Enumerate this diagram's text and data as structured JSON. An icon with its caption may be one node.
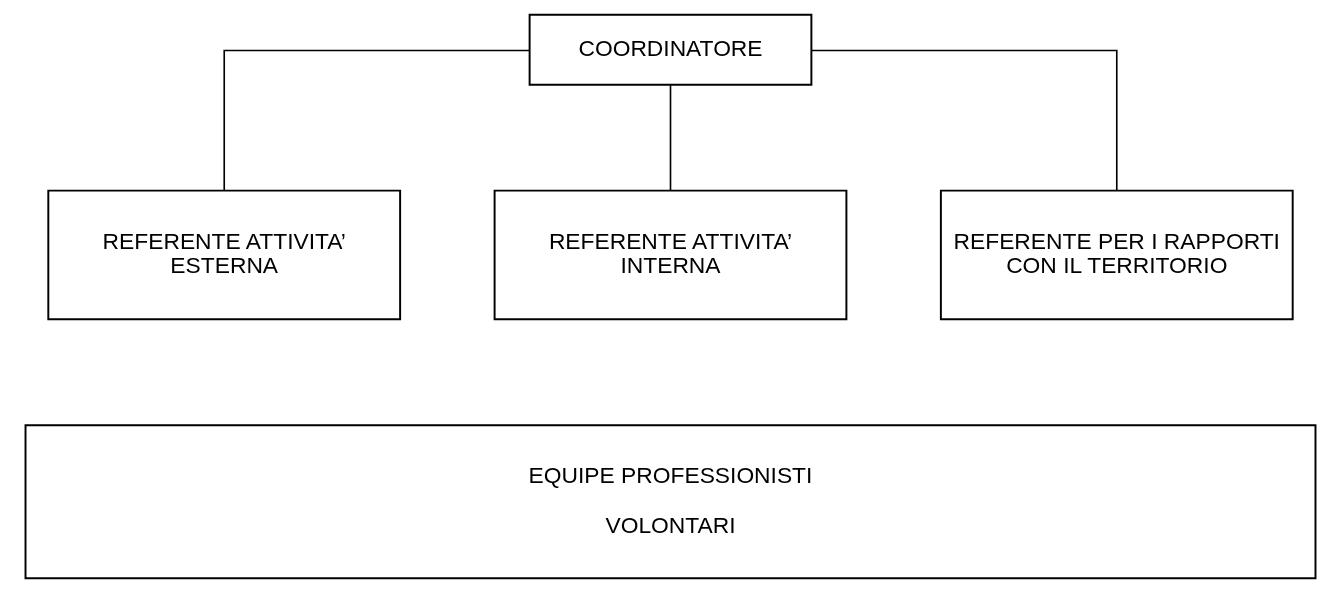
{
  "diagram": {
    "nodes": [
      {
        "text": [
          "COORDINATORE"
        ]
      },
      {
        "text": [
          "REFERENTE ATTIVITA’ ESTERNA"
        ]
      },
      {
        "text": [
          "REFERENTE ATTIVITA’ INTERNA"
        ]
      },
      {
        "text": [
          "REFERENTE PER I RAPPORTI CON IL TERRITORIO"
        ]
      },
      {
        "text": [
          "EQUIPE PROFESSIONISTI",
          "VOLONTARI"
        ]
      }
    ],
    "edges": [
      {
        "from": 0,
        "to": 1,
        "arrow": "none"
      },
      {
        "from": 0,
        "to": 2,
        "arrow": "none"
      },
      {
        "from": 0,
        "to": 3,
        "arrow": "none"
      }
    ]
  }
}
